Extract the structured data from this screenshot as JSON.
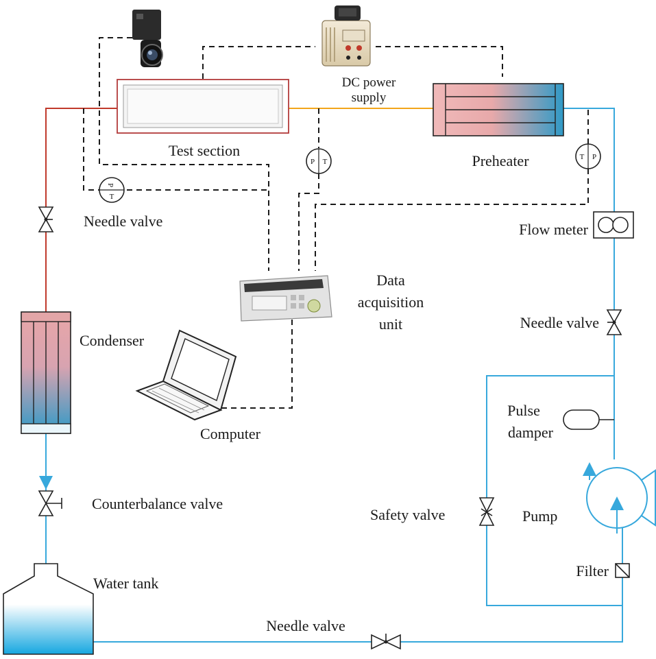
{
  "labels": {
    "test_section": "Test section",
    "dc_power_line1": "DC power",
    "dc_power_line2": "supply",
    "preheater": "Preheater",
    "needle_valve_left": "Needle valve",
    "flow_meter": "Flow meter",
    "daq_line1": "Data",
    "daq_line2": "acquisition",
    "daq_line3": "unit",
    "needle_valve_right": "Needle valve",
    "condenser": "Condenser",
    "computer": "Computer",
    "pulse_line1": "Pulse",
    "pulse_line2": "damper",
    "counterbalance_valve": "Counterbalance valve",
    "safety_valve": "Safety valve",
    "pump": "Pump",
    "filter": "Filter",
    "water_tank": "Water tank",
    "needle_valve_bottom": "Needle valve"
  },
  "sensors": {
    "pt1_p": "P",
    "pt1_t": "T",
    "pt2_p": "P",
    "pt2_t": "T",
    "pt3_t": "T",
    "pt3_p": "P"
  },
  "colors": {
    "cold_line": "#37a8dc",
    "hot_line": "#c0392b",
    "warm_line": "#f2a51a",
    "signal_line": "#1a1a1a",
    "heat_pink": "#e8a3a3",
    "heat_blue": "#3aa0c8"
  },
  "icons": [
    "camera-icon",
    "power-supply-icon",
    "laptop-icon",
    "data-logger-icon"
  ]
}
